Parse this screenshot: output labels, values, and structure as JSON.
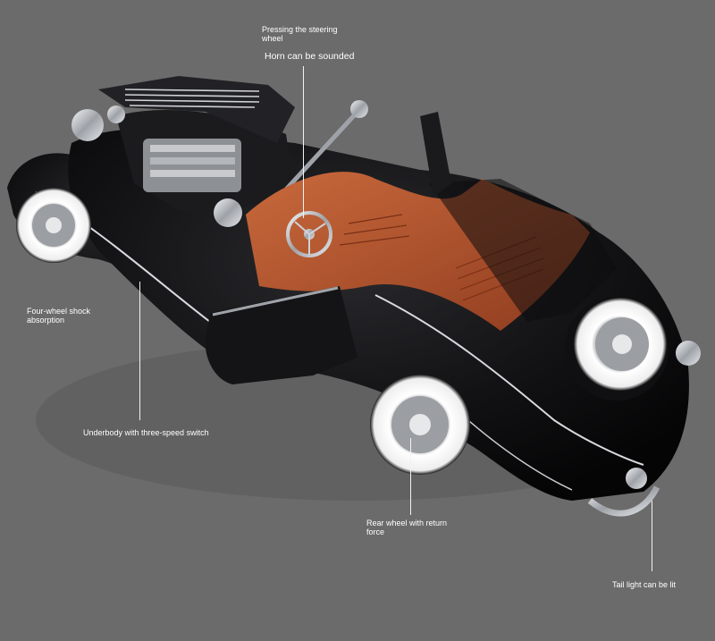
{
  "annotations": {
    "steering_line1": "Pressing the steering",
    "steering_line2": "wheel",
    "horn": "Horn can be sounded",
    "shock_line1": "Four-wheel shock",
    "shock_line2": "absorption",
    "underbody": "Underbody with three-speed switch",
    "rear_wheel_line1": "Rear wheel with return",
    "rear_wheel_line2": "force",
    "tail_light": "Tail light can be lit"
  },
  "colors": {
    "background": "#6b6b6b",
    "car_body": "#0f0f11",
    "interior_leather": "#b5552e",
    "whitewall": "#f4f4f4",
    "chrome": "#cfd2d6",
    "label_text": "#ffffff"
  }
}
